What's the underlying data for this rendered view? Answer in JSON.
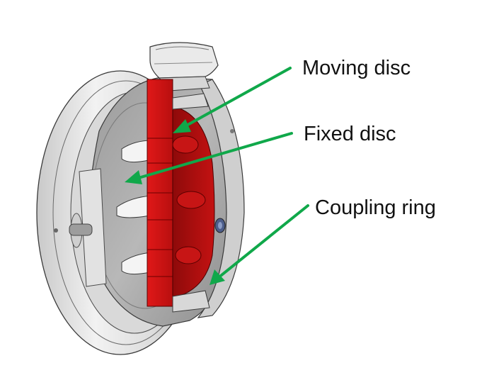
{
  "figure": {
    "callouts": [
      {
        "id": "moving-disc",
        "label": "Moving disc"
      },
      {
        "id": "fixed-disc",
        "label": "Fixed disc"
      },
      {
        "id": "coupling-ring",
        "label": "Coupling ring"
      }
    ],
    "colors": {
      "arrow": "#10a84a",
      "section_red": "#d41414",
      "metal_light": "#e6e6e6",
      "metal_mid": "#b4b4b4",
      "metal_dark": "#8a8a8a",
      "outline": "#3a3a3a"
    }
  }
}
